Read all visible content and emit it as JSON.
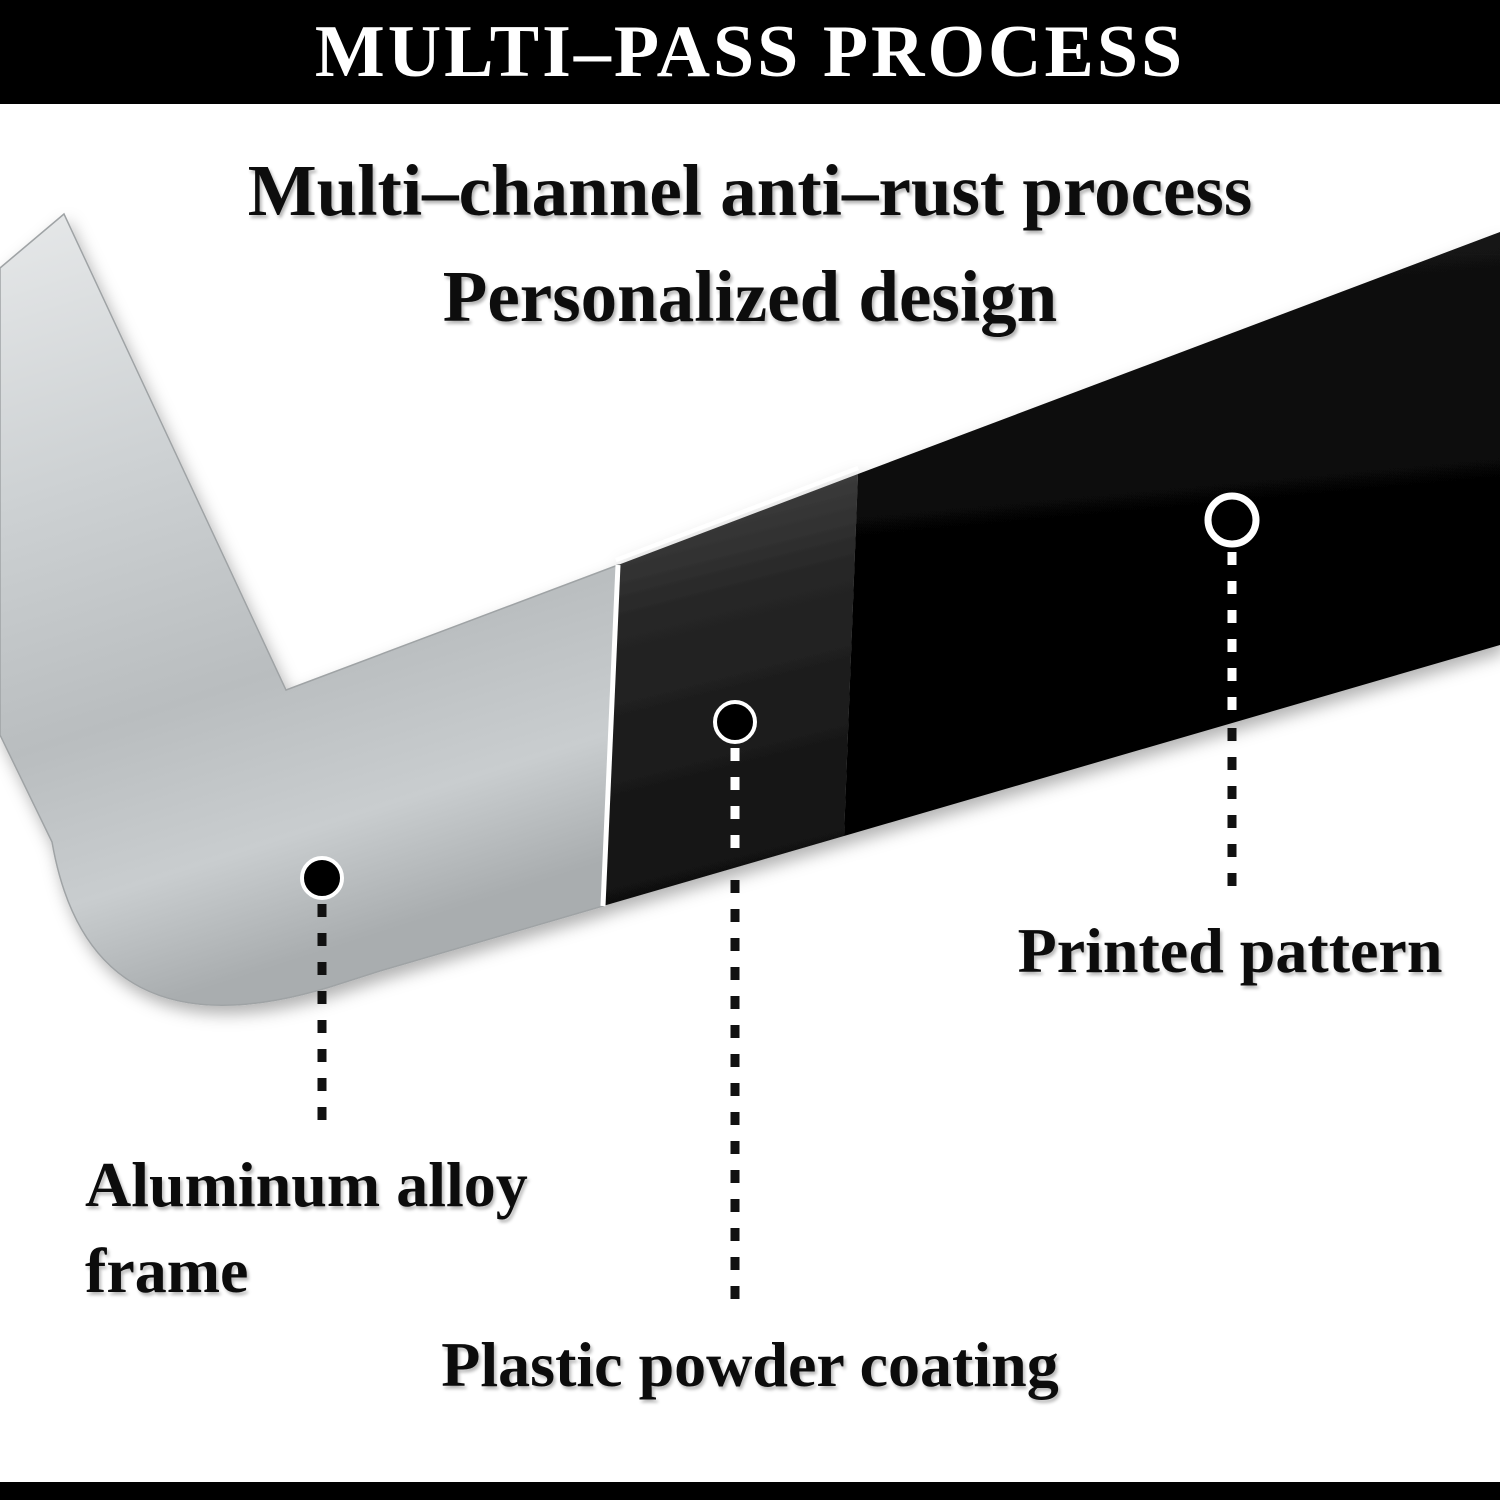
{
  "header": {
    "title": "MULTI–PASS PROCESS"
  },
  "intro": {
    "line1": "Multi–channel anti–rust process",
    "line2": "Personalized design"
  },
  "callouts": {
    "aluminum": {
      "label": "Aluminum alloy frame"
    },
    "coating": {
      "label": "Plastic powder coating"
    },
    "printed": {
      "label": "Printed pattern"
    }
  },
  "colors": {
    "header_bg": "#000000",
    "text": "#0d0d0d",
    "aluminum_silver": "#c6cacc",
    "coating_dark": "#2b2b2b",
    "printed_black": "#050505",
    "callout_ring": "#ffffff"
  }
}
